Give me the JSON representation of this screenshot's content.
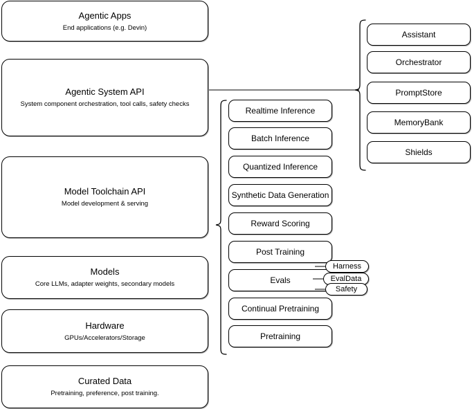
{
  "diagram": {
    "title": "Agentic AI stack layered architecture",
    "stroke_color": "#000000",
    "background_color": "#ffffff"
  },
  "layers": [
    {
      "title": "Agentic Apps",
      "subtitle": "End applications (e.g. Devin)"
    },
    {
      "title": "Agentic System API",
      "subtitle": "System component orchestration, tool calls, safety checks"
    },
    {
      "title": "Model Toolchain API",
      "subtitle": "Model development & serving"
    },
    {
      "title": "Models",
      "subtitle": "Core LLMs, adapter weights, secondary models"
    },
    {
      "title": "Hardware",
      "subtitle": "GPUs/Accelerators/Storage"
    },
    {
      "title": "Curated Data",
      "subtitle": "Pretraining, preference, post training."
    }
  ],
  "toolchain_capabilities": [
    {
      "label": "Realtime Inference"
    },
    {
      "label": "Batch Inference"
    },
    {
      "label": "Quantized Inference"
    },
    {
      "label": "Synthetic Data Generation"
    },
    {
      "label": "Reward Scoring"
    },
    {
      "label": "Post Training"
    },
    {
      "label": "Evals"
    },
    {
      "label": "Continual Pretraining"
    },
    {
      "label": "Pretraining"
    }
  ],
  "eval_subcomponents": [
    {
      "label": "Harness"
    },
    {
      "label": "EvalData"
    },
    {
      "label": "Safety"
    }
  ],
  "system_components": [
    {
      "label": "Assistant"
    },
    {
      "label": "Orchestrator"
    },
    {
      "label": "PromptStore"
    },
    {
      "label": "MemoryBank"
    },
    {
      "label": "Shields"
    }
  ]
}
